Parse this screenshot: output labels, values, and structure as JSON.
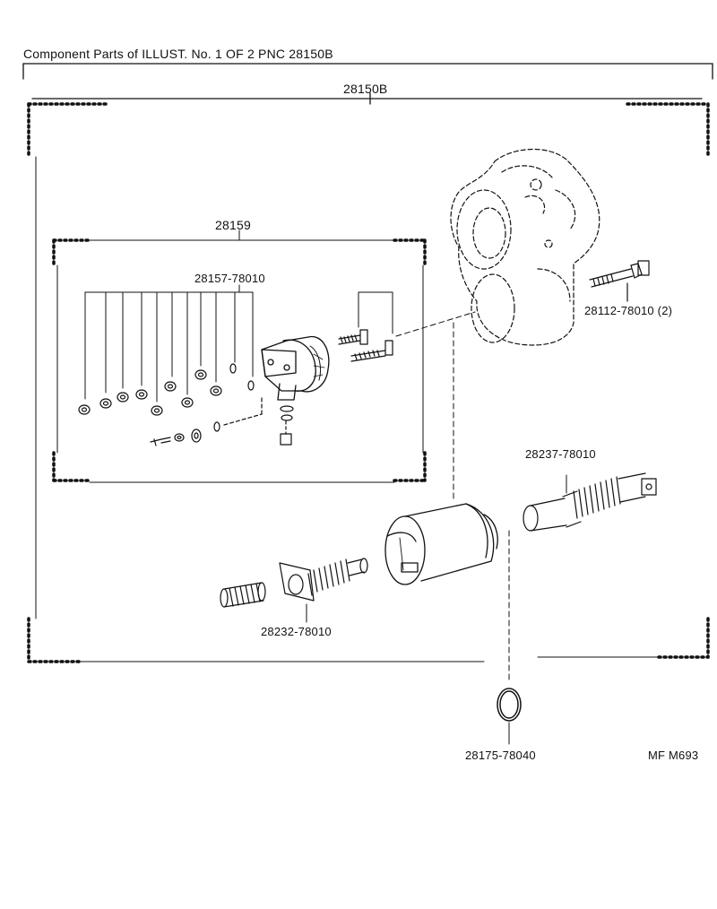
{
  "header": "Component Parts of ILLUST. No. 1 OF 2 PNC 28150B",
  "assembly_label": "28150B",
  "sub_assembly_label": "28159",
  "callouts": {
    "terminal_kit": "28157-78010",
    "bolt": "28112-78010 (2)",
    "plunger": "28237-78010",
    "holder": "28232-78010",
    "ring": "28175-78040"
  },
  "figure_code": "MF M693"
}
